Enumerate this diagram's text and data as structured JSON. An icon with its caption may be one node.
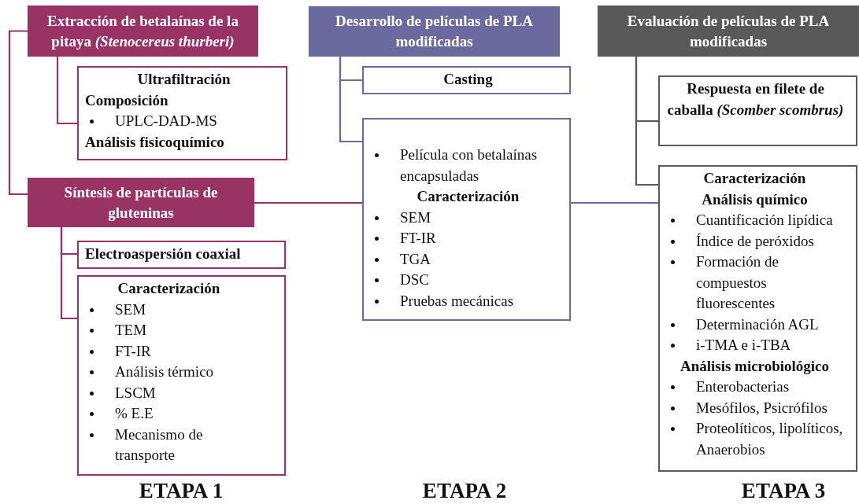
{
  "diagram": {
    "nodes": [
      {
        "text": [
          "Extracción de betalaínas de la pitaya *(Stenocereus thurberi)*"
        ]
      },
      {
        "text": [
          "Ultrafiltración",
          "Composición",
          "UPLC-DAD-MS",
          "Análisis fisicoquímico"
        ]
      },
      {
        "text": [
          "Síntesis de partículas de gluteninas"
        ]
      },
      {
        "text": [
          "Electroaspersión coaxial"
        ]
      },
      {
        "text": [
          "Caracterización",
          "SEM",
          "TEM",
          "FT-IR",
          "Análisis térmico",
          "LSCM",
          "% E.E",
          "Mecanismo de transporte"
        ]
      },
      {
        "text": [
          "Desarrollo de películas de PLA modificadas"
        ]
      },
      {
        "text": [
          "Casting"
        ]
      },
      {
        "text": [
          "Película con betalaínas encapsuladas",
          "Caracterización",
          "SEM",
          "FT-IR",
          "TGA",
          "DSC",
          "Pruebas mecánicas"
        ]
      },
      {
        "text": [
          "Evaluación de películas de PLA modificadas"
        ]
      },
      {
        "text": [
          "Respuesta en filete de caballa *(Scomber scombrus)*"
        ]
      },
      {
        "text": [
          "Caracterización",
          "Análisis químico",
          "Cuantificación lipídica",
          "Índice de peróxidos",
          "Formación de compuestos fluorescentes",
          "Determinación AGL",
          "i-TMA e i-TBA",
          "Análisis microbiológico",
          "Enterobacterias",
          "Mesófilos, Psicrófilos",
          "Proteolíticos, lipolíticos, Anaerobios"
        ]
      }
    ],
    "edges": [
      {
        "from": 0,
        "to": 1,
        "arrow": "none"
      },
      {
        "from": 0,
        "to": 2,
        "arrow": "none"
      },
      {
        "from": 2,
        "to": 3,
        "arrow": "none"
      },
      {
        "from": 2,
        "to": 4,
        "arrow": "none"
      },
      {
        "from": 2,
        "to": 7,
        "arrow": "none"
      },
      {
        "from": 5,
        "to": 6,
        "arrow": "none",
        "color": "#6a6a9e"
      },
      {
        "from": 5,
        "to": 7,
        "arrow": "none",
        "color": "#6a6a9e"
      },
      {
        "from": 7,
        "to": 10,
        "arrow": "none",
        "color": "#6a6a9e"
      },
      {
        "from": 8,
        "to": 9,
        "arrow": "none",
        "color": "#595959"
      },
      {
        "from": 8,
        "to": 10,
        "arrow": "none",
        "color": "#595959"
      }
    ],
    "labels": [
      "ETAPA 1",
      "ETAPA 2",
      "ETAPA 3"
    ]
  }
}
